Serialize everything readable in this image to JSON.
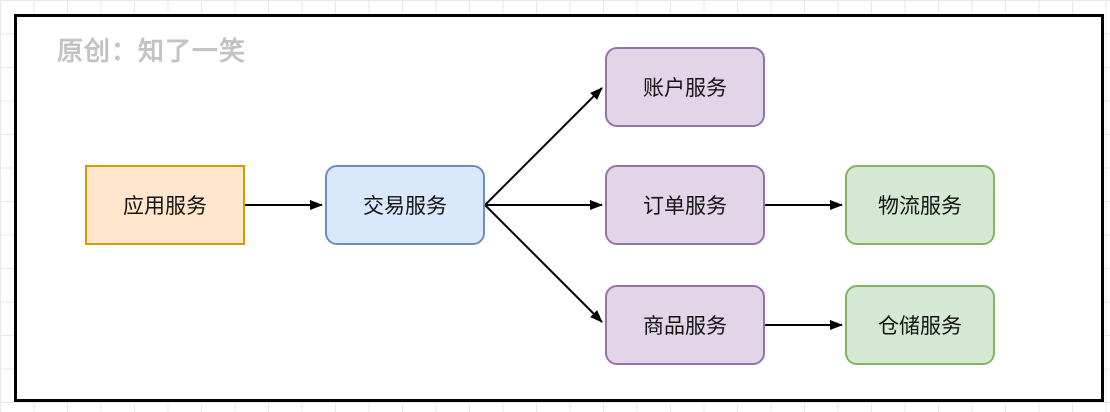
{
  "watermark": {
    "text": "原创：知了一笑"
  },
  "diagram": {
    "nodes": [
      {
        "id": "app",
        "label": "应用服务",
        "color_role": "orange"
      },
      {
        "id": "trade",
        "label": "交易服务",
        "color_role": "blue"
      },
      {
        "id": "account",
        "label": "账户服务",
        "color_role": "purple"
      },
      {
        "id": "order",
        "label": "订单服务",
        "color_role": "purple"
      },
      {
        "id": "product",
        "label": "商品服务",
        "color_role": "purple"
      },
      {
        "id": "logistics",
        "label": "物流服务",
        "color_role": "green"
      },
      {
        "id": "warehouse",
        "label": "仓储服务",
        "color_role": "green"
      }
    ],
    "edges": [
      {
        "from": "应用服务",
        "to": "交易服务"
      },
      {
        "from": "交易服务",
        "to": "账户服务"
      },
      {
        "from": "交易服务",
        "to": "订单服务"
      },
      {
        "from": "交易服务",
        "to": "商品服务"
      },
      {
        "from": "订单服务",
        "to": "物流服务"
      },
      {
        "from": "商品服务",
        "to": "仓储服务"
      }
    ],
    "colors": {
      "orange_fill": "#ffe6cc",
      "orange_stroke": "#d79b00",
      "blue_fill": "#dae8fc",
      "blue_stroke": "#6c8ebf",
      "purple_fill": "#e1d5e7",
      "purple_stroke": "#9673a6",
      "green_fill": "#d5e8d4",
      "green_stroke": "#82b366",
      "arrow": "#000000",
      "watermark": "#c3c3c3",
      "canvas_border": "#000000"
    }
  }
}
